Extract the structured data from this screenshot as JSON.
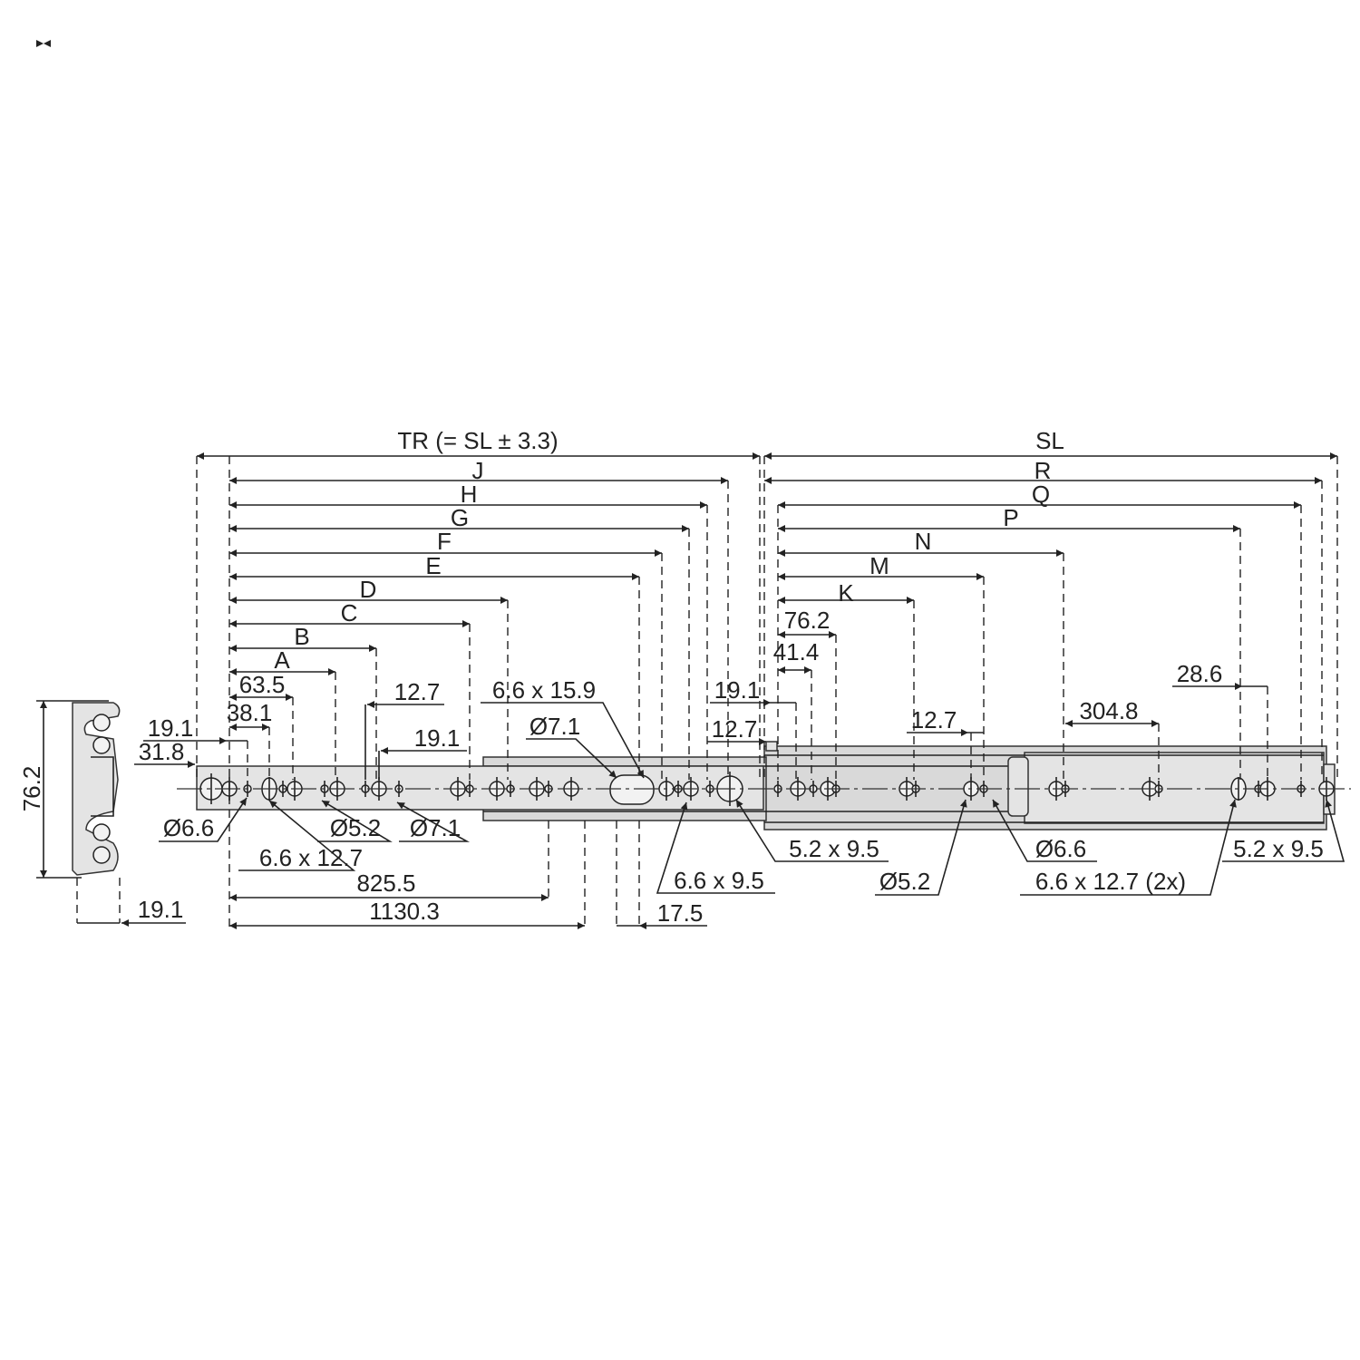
{
  "labels": {
    "TR": "TR (= SL ± 3.3)",
    "SL": "SL",
    "J": "J",
    "H": "H",
    "G": "G",
    "F": "F",
    "E": "E",
    "D": "D",
    "C": "C",
    "B": "B",
    "A": "A",
    "R": "R",
    "Q": "Q",
    "P": "P",
    "N": "N",
    "M": "M",
    "K": "K",
    "d63_5": "63.5",
    "d38_1": "38.1",
    "d19_1a": "19.1",
    "d31_8": "31.8",
    "d12_7a": "12.7",
    "d19_1b": "19.1",
    "d6_6x15_9": "6.6 x 15.9",
    "o7_1a": "Ø7.1",
    "d19_1c": "19.1",
    "d12_7b": "12.7",
    "d76_2r": "76.2",
    "d41_4": "41.4",
    "d12_7c": "12.7",
    "d304_8": "304.8",
    "d28_6": "28.6",
    "o6_6a": "Ø6.6",
    "s6_6x12_7": "6.6 x 12.7",
    "o5_2a": "Ø5.2",
    "o7_1b": "Ø7.1",
    "d825_5": "825.5",
    "d1130_3": "1130.3",
    "d17_5": "17.5",
    "s6_6x9_5": "6.6 x 9.5",
    "s5_2x9_5a": "5.2 x 9.5",
    "o5_2b": "Ø5.2",
    "o6_6b": "Ø6.6",
    "s6_6x12_7_2x": "6.6 x 12.7 (2x)",
    "s5_2x9_5b": "5.2 x 9.5",
    "h76_2": "76.2",
    "d19_1d": "19.1"
  }
}
